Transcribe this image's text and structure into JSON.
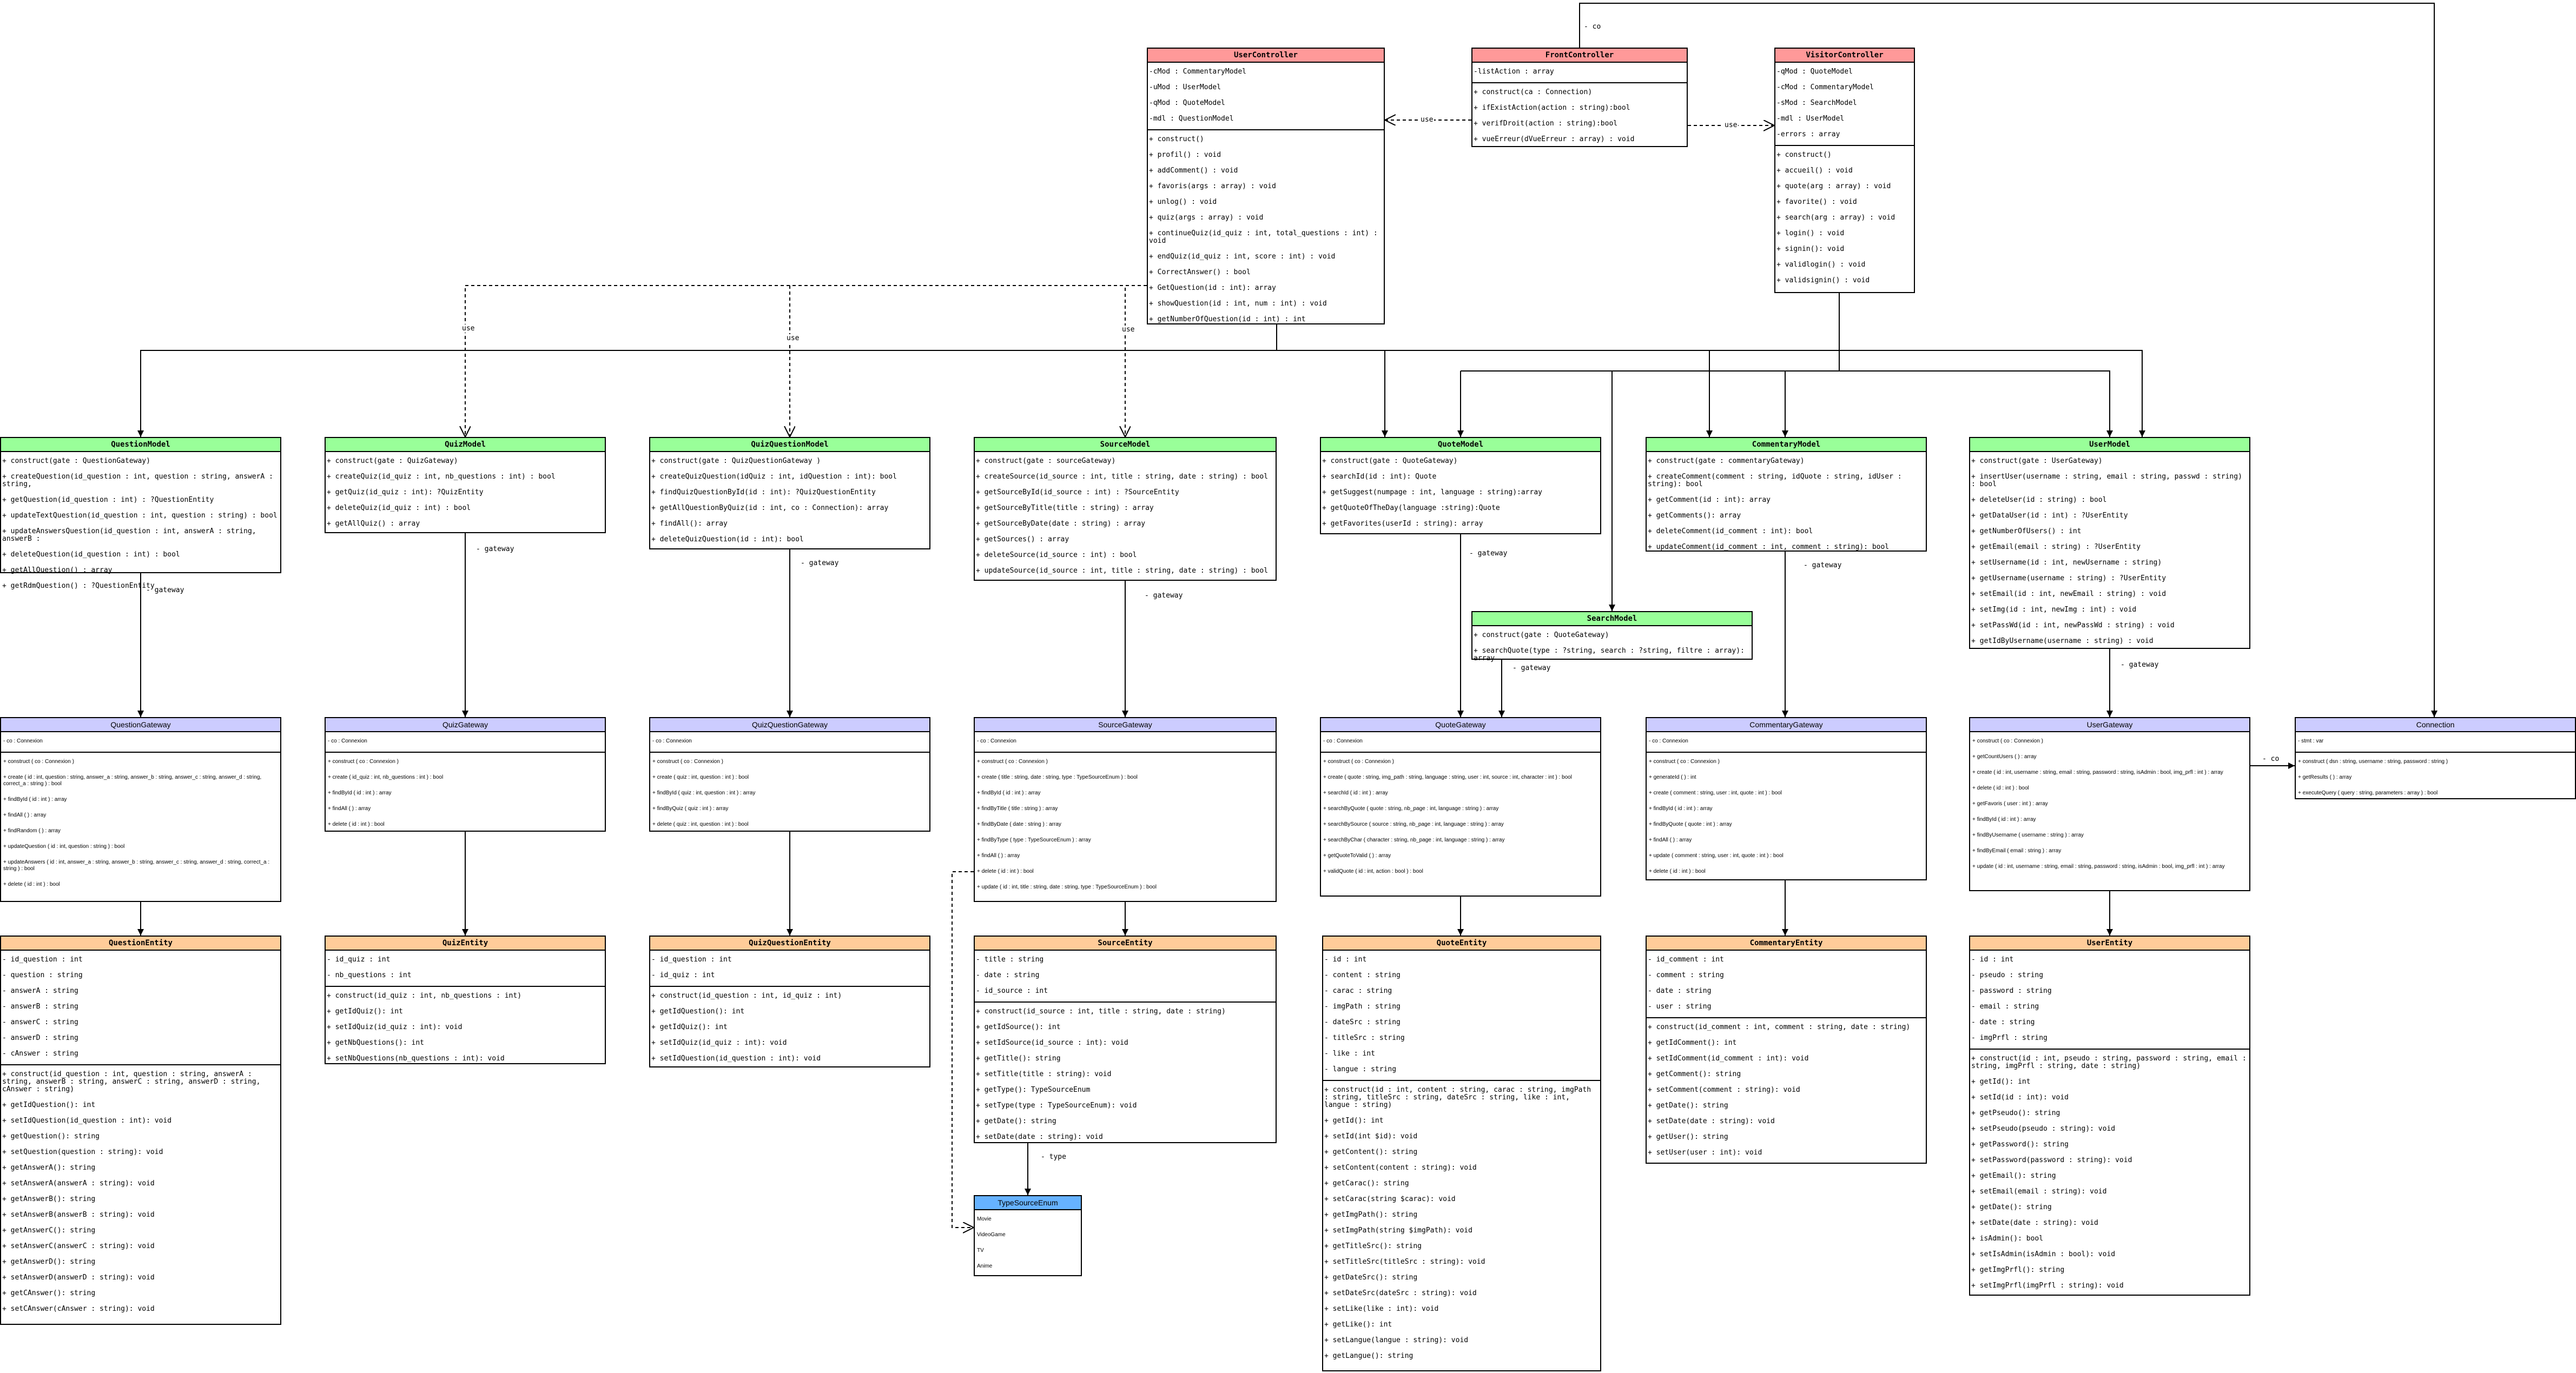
{
  "classes": {
    "usercontroller": {
      "name": "UserController",
      "color": "#ff9999",
      "attributes": [
        "-cMod : CommentaryModel",
        "-uMod : UserModel",
        "-qMod : QuoteModel",
        "-mdl : QuestionModel"
      ],
      "methods": [
        "+ construct()",
        "+ profil() : void",
        "+ addComment() : void",
        "+ favoris(args : array) : void",
        "+ unlog() : void",
        "+ quiz(args : array) : void",
        "+ continueQuiz(id_quiz : int, total_questions : int) : void",
        "+ endQuiz(id_quiz : int, score : int) : void",
        "+ CorrectAnswer() : bool",
        "+ GetQuestion(id : int): array",
        "+ showQuestion(id : int, num : int) : void",
        "+ getNumberOfQuestion(id : int) : int"
      ]
    },
    "frontcontroller": {
      "name": "FrontController",
      "color": "#ff9999",
      "attributes": [
        "-listAction : array"
      ],
      "methods": [
        "+ construct(ca : Connection)",
        "+ ifExistAction(action : string):bool",
        "+ verifDroit(action : string):bool",
        "+ vueErreur(dVueErreur : array) : void"
      ]
    },
    "visitorcontroller": {
      "name": "VisitorController",
      "color": "#ff9999",
      "attributes": [
        "-qMod : QuoteModel",
        "-cMod : CommentaryModel",
        "-sMod : SearchModel",
        "-mdl : UserModel",
        "-errors : array"
      ],
      "methods": [
        "+ construct()",
        "+ accueil() : void",
        "+ quote(arg : array) : void",
        "+ favorite() : void",
        "+ search(arg : array) : void",
        "+ login() : void",
        "+ signin(): void",
        "+ validlogin() : void",
        "+ validsignin() : void"
      ]
    },
    "questionmodel": {
      "name": "QuestionModel",
      "color": "#99ff99",
      "attributes": [],
      "methods": [
        "+ construct(gate : QuestionGateway)",
        "+ createQuestion(id_question : int, question : string, answerA : string,",
        "+ getQuestion(id_question : int) : ?QuestionEntity",
        "+ updateTextQuestion(id_question : int, question : string) : bool",
        "+ updateAnswersQuestion(id_question : int, answerA : string, answerB :",
        "+ deleteQuestion(id_question : int) : bool",
        "+ getAllQuestion() : array",
        "+ getRdmQuestion() : ?QuestionEntity"
      ]
    },
    "quizmodel": {
      "name": "QuizModel",
      "color": "#99ff99",
      "attributes": [],
      "methods": [
        "+ construct(gate : QuizGateway)",
        "+ createQuiz(id_quiz : int, nb_questions : int) : bool",
        "+ getQuiz(id_quiz : int): ?QuizEntity",
        "+ deleteQuiz(id_quiz : int) : bool",
        "+ getAllQuiz() : array"
      ]
    },
    "quizquestionmodel": {
      "name": "QuizQuestionModel",
      "color": "#99ff99",
      "attributes": [],
      "methods": [
        "+ construct(gate : QuizQuestionGateway )",
        "+ createQuizQuestion(idQuiz : int, idQuestion : int): bool",
        "+ findQuizQuestionById(id : int): ?QuizQuestionEntity",
        "+ getAllQuestionByQuiz(id : int, co : Connection): array",
        "+ findAll(): array",
        "+ deleteQuizQuestion(id : int): bool"
      ]
    },
    "sourcemodel": {
      "name": "SourceModel",
      "color": "#99ff99",
      "attributes": [],
      "methods": [
        "+ construct(gate : sourceGateway)",
        "+ createSource(id_source : int, title : string, date : string) : bool",
        "+ getSourceById(id_source : int) : ?SourceEntity",
        "+ getSourceByTitle(title : string) : array",
        "+ getSourceByDate(date : string) : array",
        "+ getSources() : array",
        "+ deleteSource(id_source : int) : bool",
        "+ updateSource(id_source : int, title : string, date : string) : bool"
      ]
    },
    "quotemodel": {
      "name": "QuoteModel",
      "color": "#99ff99",
      "attributes": [],
      "methods": [
        "+ construct(gate : QuoteGateway)",
        "+ searchId(id : int): Quote",
        "+ getSuggest(numpage : int, language : string):array",
        "+ getQuoteOfTheDay(language :string):Quote",
        "+ getFavorites(userId : string): array"
      ]
    },
    "commentarymodel": {
      "name": "CommentaryModel",
      "color": "#99ff99",
      "attributes": [],
      "methods": [
        "+ construct(gate : commentaryGateway)",
        "+ createComment(comment : string, idQuote : string, idUser : string): bool",
        "+ getComment(id : int): array",
        "+ getComments(): array",
        "+ deleteComment(id_comment : int): bool",
        "+ updateComment(id_comment : int, comment : string): bool"
      ]
    },
    "usermodel": {
      "name": "UserModel",
      "color": "#99ff99",
      "attributes": [],
      "methods": [
        "+ construct(gate : UserGateway)",
        "+ insertUser(username : string, email : string, passwd : string) : bool",
        "+ deleteUser(id : string) : bool",
        "+ getDataUser(id : int) : ?UserEntity",
        "+ getNumberOfUsers() : int",
        "+ getEmail(email : string) : ?UserEntity",
        "+ setUsername(id : int, newUsername : string)",
        "+ getUsername(username : string) : ?UserEntity",
        "+ setEmail(id : int, newEmail : string) : void",
        "+ setImg(id : int, newImg : int) : void",
        "+ setPassWd(id : int, newPassWd : string) : void",
        "+ getIdByUsername(username : string) : void"
      ]
    },
    "searchmodel": {
      "name": "SearchModel",
      "color": "#99ff99",
      "attributes": [],
      "methods": [
        "+ construct(gate : QuoteGateway)",
        "+ searchQuote(type : ?string, search : ?string, filtre : array): array"
      ]
    },
    "questiongateway": {
      "name": "QuestionGateway",
      "color": "#ccccff",
      "attributes": [
        "- co : Connexion"
      ],
      "methods": [
        "+ construct ( co : Connexion )",
        "+ create ( id : int, question : string, answer_a : string, answer_b : string, answer_c : string, answer_d : string, correct_a : string ) : bool",
        "+ findById ( id : int ) : array",
        "+ findAll ( ) : array",
        "+ findRandom ( ) : array",
        "+ updateQuestion ( id : int, question : string ) : bool",
        "+ updateAnswers ( id : int, answer_a : string, answer_b : string, answer_c : string, answer_d : string, correct_a : string ) : bool",
        "+ delete ( id : int ) : bool"
      ]
    },
    "quizgateway": {
      "name": "QuizGateway",
      "color": "#ccccff",
      "attributes": [
        "- co : Connexion"
      ],
      "methods": [
        "+ construct ( co : Connexion )",
        "+ create ( id_quiz : int, nb_questions : int ) : bool",
        "+ findById ( id : int ) : array",
        "+ findAll ( ) : array",
        "+ delete ( id : int ) : bool"
      ]
    },
    "quizquestiongateway": {
      "name": "QuizQuestionGateway",
      "color": "#ccccff",
      "attributes": [
        "- co : Connexion"
      ],
      "methods": [
        "+ construct ( co : Connexion )",
        "+ create ( quiz : int, question : int ) : bool",
        "+ findById ( quiz : int, question : int ) : array",
        "+ findByQuiz ( quiz : int ) : array",
        "+ delete ( quiz : int, question : int ) : bool"
      ]
    },
    "sourcegateway": {
      "name": "SourceGateway",
      "color": "#ccccff",
      "attributes": [
        "- co : Connexion"
      ],
      "methods": [
        "+ construct ( co : Connexion )",
        "+ create ( title : string, date : string, type : TypeSourceEnum ) : bool",
        "+ findById ( id : int ) : array",
        "+ findByTitle ( title : string ) : array",
        "+ findByDate ( date : string ) : array",
        "+ findByType ( type : TypeSourceEnum ) : array",
        "+ findAll ( ) : array",
        "+ delete ( id : int ) : bool",
        "+ update ( id : int, title : string, date : string, type : TypeSourceEnum ) : bool"
      ]
    },
    "quotegateway": {
      "name": "QuoteGateway",
      "color": "#ccccff",
      "attributes": [
        "- co : Connexion"
      ],
      "methods": [
        "+ construct ( co : Connexion )",
        "+ create ( quote : string, img_path : string, language : string, user : int, source : int, character : int ) : bool",
        "+ searchId ( id : int ) : array",
        "+ searchByQuote ( quote : string, nb_page : int, language : string ) : array",
        "+ searchBySource ( source : string, nb_page : int, language : string ) : array",
        "+ searchByChar ( character : string, nb_page : int, language : string ) : array",
        "+ getQuoteToValid ( ) : array",
        "+ validQuote ( id : int, action : bool ) : bool"
      ]
    },
    "commentarygateway": {
      "name": "CommentaryGateway",
      "color": "#ccccff",
      "attributes": [
        "- co : Connexion"
      ],
      "methods": [
        "+ construct ( co : Connexion )",
        "+ generateId ( ) : int",
        "+ create ( comment : string, user : int, quote : int ) : bool",
        "+ findById ( id : int ) : array",
        "+ findByQuote ( quote : int ) : array",
        "+ findAll ( ) : array",
        "+ update ( comment : string, user : int, quote : int ) : bool",
        "+ delete ( id : int ) : bool"
      ]
    },
    "usergateway": {
      "name": "UserGateway",
      "color": "#ccccff",
      "attributes": [],
      "methods": [
        "+ construct ( co : Connexion )",
        "+ getCountUsers ( ) : array",
        "+ create ( id : int, username : string, email : string, password : string, isAdmin : bool, img_prfl : int ) : array",
        "+ delete ( id : int ) : bool",
        "+ getFavoris ( user : int ) : array",
        "+ findById ( id : int ) : array",
        "+ findByUsername ( username : string ) : array",
        "+ findByEmail ( email : string ) : array",
        "+ update ( id : int, username : string, email : string, password : string, isAdmin : bool, img_prfl : int ) : array"
      ]
    },
    "connection": {
      "name": "Connection",
      "color": "#ccccff",
      "attributes": [
        "- stmt : var"
      ],
      "methods": [
        "+ construct ( dsn : string, username : string, password : string )",
        "+ getResults ( ) : array",
        "+ executeQuery ( query : string, parameters : array ) : bool"
      ]
    },
    "questionentity": {
      "name": "QuestionEntity",
      "color": "#ffcc99",
      "attributes": [
        "- id_question : int",
        "- question : string",
        "- answerA : string",
        "- answerB : string",
        "- answerC : string",
        "- answerD : string",
        "- cAnswer : string"
      ],
      "methods": [
        "+ construct(id_question : int, question : string, answerA : string, answerB : string, answerC : string, answerD : string, cAnswer : string)",
        "+ getIdQuestion(): int",
        "+ setIdQuestion(id_question : int): void",
        "+ getQuestion(): string",
        "+ setQuestion(question : string): void",
        "+ getAnswerA(): string",
        "+ setAnswerA(answerA : string): void",
        "+ getAnswerB(): string",
        "+ setAnswerB(answerB : string): void",
        "+ getAnswerC(): string",
        "+ setAnswerC(answerC : string): void",
        "+ getAnswerD(): string",
        "+ setAnswerD(answerD : string): void",
        "+ getCAnswer(): string",
        "+ setCAnswer(cAnswer : string): void"
      ]
    },
    "quizentity": {
      "name": "QuizEntity",
      "color": "#ffcc99",
      "attributes": [
        "- id_quiz : int",
        "- nb_questions : int"
      ],
      "methods": [
        "+ construct(id_quiz : int, nb_questions : int)",
        "+ getIdQuiz(): int",
        "+ setIdQuiz(id_quiz : int): void",
        "+ getNbQuestions(): int",
        "+ setNbQuestions(nb_questions : int): void"
      ]
    },
    "quizquestionentity": {
      "name": "QuizQuestionEntity",
      "color": "#ffcc99",
      "attributes": [
        "- id_question : int",
        "- id_quiz : int"
      ],
      "methods": [
        "+ construct(id_question : int, id_quiz : int)",
        "+ getIdQuestion(): int",
        "+ getIdQuiz(): int",
        "+ setIdQuiz(id_quiz : int): void",
        "+ setIdQuestion(id_question : int): void"
      ]
    },
    "sourceentity": {
      "name": "SourceEntity",
      "color": "#ffcc99",
      "attributes": [
        "- title : string",
        "- date : string",
        "- id_source : int"
      ],
      "methods": [
        "+ construct(id_source : int, title : string, date : string)",
        "+ getIdSource(): int",
        "+ setIdSource(id_source : int): void",
        "+ getTitle(): string",
        "+ setTitle(title : string): void",
        "+ getType(): TypeSourceEnum",
        "+ setType(type : TypeSourceEnum): void",
        "+ getDate(): string",
        "+ setDate(date : string): void"
      ]
    },
    "quoteentity": {
      "name": "QuoteEntity",
      "color": "#ffcc99",
      "attributes": [
        "- id : int",
        "- content : string",
        "- carac : string",
        "- imgPath : string",
        "- dateSrc : string",
        "- titleSrc : string",
        "- like : int",
        "- langue : string"
      ],
      "methods": [
        "+ construct(id : int, content : string, carac : string, imgPath : string, titleSrc : string, dateSrc : string, like : int, langue : string)",
        "+ getId(): int",
        "+ setId(int $id): void",
        "+ getContent(): string",
        "+ setContent(content : string): void",
        "+ getCarac(): string",
        "+ setCarac(string $carac): void",
        "+ getImgPath(): string",
        "+ setImgPath(string $imgPath): void",
        "+ getTitleSrc(): string",
        "+ setTitleSrc(titleSrc : string): void",
        "+ getDateSrc(): string",
        "+ setDateSrc(dateSrc : string): void",
        "+ setLike(like : int): void",
        "+ getLike(): int",
        "+ setLangue(langue : string): void",
        "+ getLangue(): string"
      ]
    },
    "commentaryentity": {
      "name": "CommentaryEntity",
      "color": "#ffcc99",
      "attributes": [
        "- id_comment : int",
        "- comment : string",
        "- date : string",
        "- user : string"
      ],
      "methods": [
        "+ construct(id_comment : int, comment : string, date : string)",
        "+ getIdComment(): int",
        "+ setIdComment(id_comment : int): void",
        "+ getComment(): string",
        "+ setComment(comment : string): void",
        "+ getDate(): string",
        "+ setDate(date : string): void",
        "+ getUser(): string",
        "+ setUser(user : int): void"
      ]
    },
    "userentity": {
      "name": "UserEntity",
      "color": "#ffcc99",
      "attributes": [
        "- id : int",
        "- pseudo : string",
        "- password : string",
        "- email : string",
        "- date : string",
        "- imgPrfl : string"
      ],
      "methods": [
        "+ construct(id : int, pseudo : string, password : string, email : string, imgPrfl : string, date : string)",
        "+ getId(): int",
        "+ setId(id : int): void",
        "+ getPseudo(): string",
        "+ setPseudo(pseudo : string): void",
        "+ getPassword(): string",
        "+ setPassword(password : string): void",
        "+ getEmail(): string",
        "+ setEmail(email : string): void",
        "+ getDate(): string",
        "+ setDate(date : string): void",
        "+ isAdmin(): bool",
        "+ setIsAdmin(isAdmin : bool): void",
        "+ getImgPrfl(): string",
        "+ setImgPrfl(imgPrfl : string): void"
      ]
    },
    "typesourceenum": {
      "name": "TypeSourceEnum",
      "color": "#66b2ff",
      "attributes": [],
      "methods": [
        "Movie",
        "VideoGame",
        "TV",
        "Anime"
      ]
    }
  },
  "labels": {
    "use": "use",
    "gateway": "- gateway",
    "co": "- co",
    "type": "- type"
  }
}
